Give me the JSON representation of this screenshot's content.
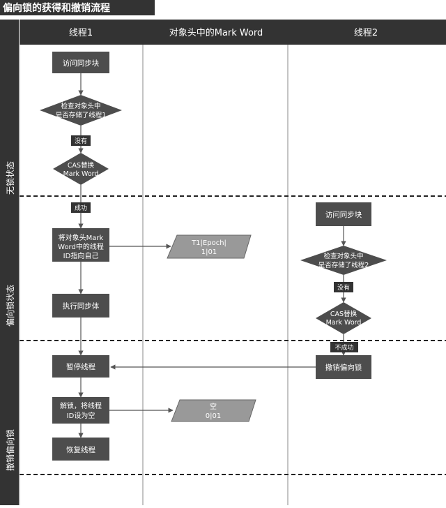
{
  "title": "偏向锁的获得和撤销流程",
  "columns": {
    "thread1": "线程1",
    "markword": "对象头中的Mark Word",
    "thread2": "线程2"
  },
  "phases": {
    "no_lock": "无锁状态",
    "biased": "偏向锁状态",
    "revoke": "撤销偏向锁"
  },
  "thread1": {
    "access_sync": "访问同步块",
    "check_line1": "检查对象头中",
    "check_line2": "是否存储了线程1",
    "no_label": "没有",
    "cas_line1": "CAS替换",
    "cas_line2": "Mark Word",
    "success_label": "成功",
    "set_id_line1": "将对象头Mark",
    "set_id_line2": "Word中的线程",
    "set_id_line3": "ID指向自己",
    "exec_sync": "执行同步体",
    "pause": "暂停线程",
    "unlock_line1": "解锁，将线程",
    "unlock_line2": "ID设为空",
    "resume": "恢复线程"
  },
  "markword": {
    "biased_line1": "T1|Epoch|",
    "biased_line2": "1|01",
    "empty_line1": "空",
    "empty_line2": "0|01"
  },
  "thread2": {
    "access_sync": "访问同步块",
    "check_line1": "检查对象头中",
    "check_line2": "是否存储了线程2",
    "no_label": "没有",
    "cas_line1": "CAS替换",
    "cas_line2": "Mark Word",
    "fail_label": "不成功",
    "revoke": "撤销偏向锁"
  },
  "colors": {
    "header_bg": "#333333",
    "process_fill": "#4d4d4d",
    "parallelogram_fill": "#999999",
    "line": "#555555"
  }
}
